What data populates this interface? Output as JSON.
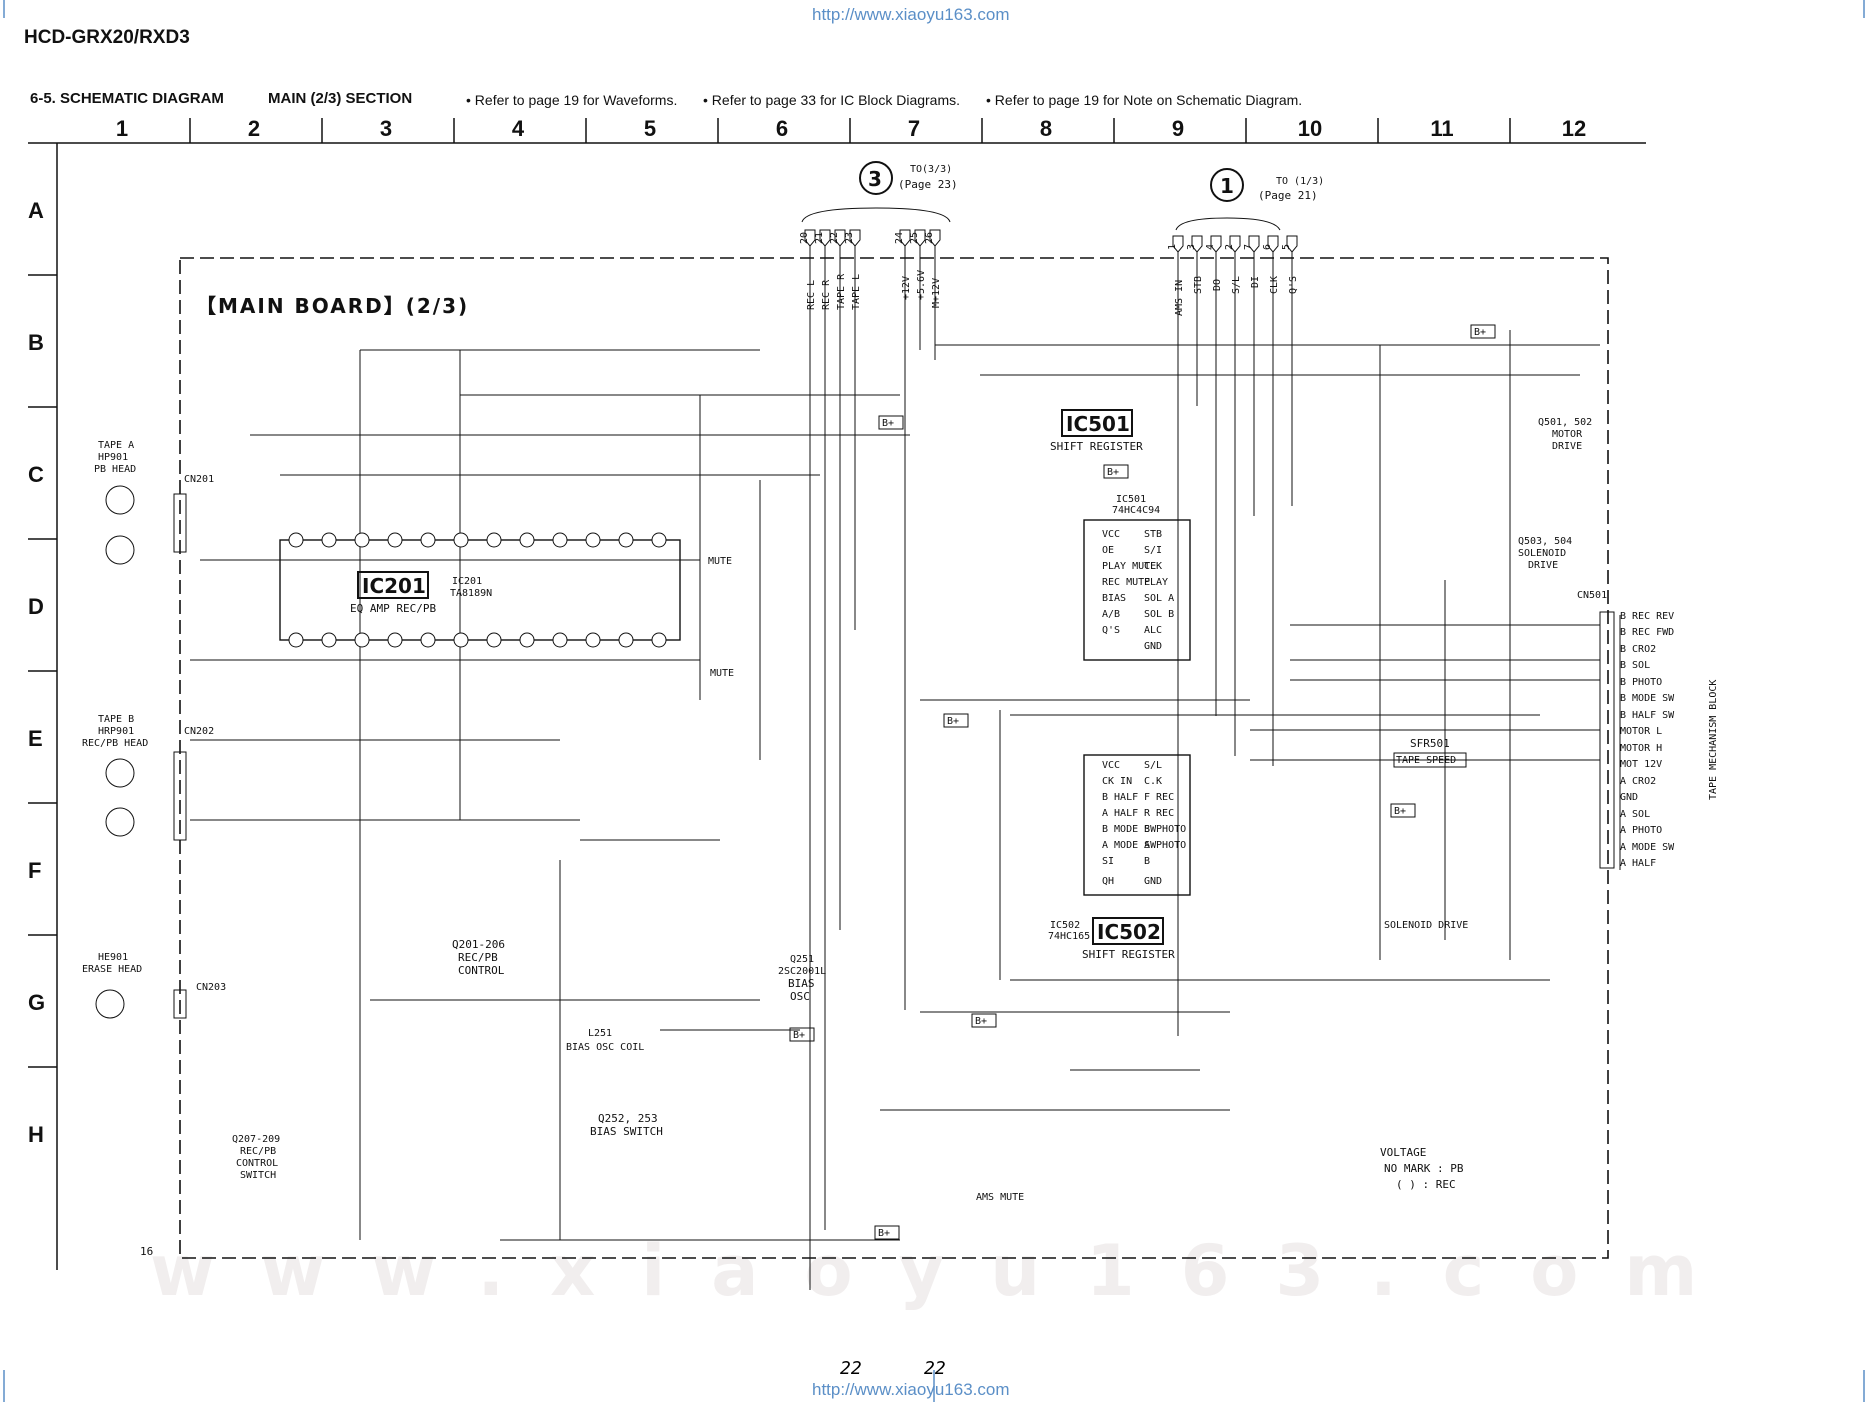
{
  "header": {
    "url": "http://www.xiaoyu163.com",
    "model": "HCD-GRX20/RXD3",
    "section_title": "6-5. SCHEMATIC DIAGRAM",
    "section_sub": "MAIN (2/3) SECTION",
    "notes": [
      "• Refer to page 19 for Waveforms.",
      "• Refer to page 33 for IC Block Diagrams.",
      "• Refer to page 19 for Note on Schematic Diagram."
    ]
  },
  "grid": {
    "columns": [
      "1",
      "2",
      "3",
      "4",
      "5",
      "6",
      "7",
      "8",
      "9",
      "10",
      "11",
      "12"
    ],
    "rows": [
      "A",
      "B",
      "C",
      "D",
      "E",
      "F",
      "G",
      "H"
    ]
  },
  "board_title": "【MAIN BOARD】(2/3)",
  "connectors": {
    "c3": {
      "num": "3",
      "to": "TO(3/3)",
      "page": "(Page 23)",
      "pins": [
        {
          "n": "20",
          "s": "REC L"
        },
        {
          "n": "21",
          "s": "REC R"
        },
        {
          "n": "22",
          "s": "TAPE R"
        },
        {
          "n": "23",
          "s": "TAPE L"
        },
        {
          "n": "24",
          "s": "+12V"
        },
        {
          "n": "25",
          "s": "+5.6V"
        },
        {
          "n": "26",
          "s": "M+12V"
        }
      ]
    },
    "c1": {
      "num": "1",
      "to": "TO (1/3)",
      "page": "(Page 21)",
      "pins": [
        {
          "n": "1",
          "s": "AMS IN"
        },
        {
          "n": "3",
          "s": "STB"
        },
        {
          "n": "4",
          "s": "DO"
        },
        {
          "n": "2",
          "s": "S/L"
        },
        {
          "n": "7",
          "s": "DI"
        },
        {
          "n": "6",
          "s": "CLK"
        },
        {
          "n": "5",
          "s": "Q'S"
        }
      ]
    }
  },
  "ics": {
    "ic201": {
      "ref": "IC201",
      "part": "IC201",
      "part2": "TA8189N",
      "desc": "EQ AMP REC/PB"
    },
    "ic501": {
      "ref": "IC501",
      "part": "IC501",
      "part2": "74HC4C94",
      "desc": "SHIFT REGISTER",
      "left_pins": [
        "VCC",
        "OE",
        "PLAY MUTE",
        "REC MUTE",
        "BIAS",
        "A/B",
        "Q'S"
      ],
      "right_pins": [
        "STB",
        "S/I",
        "CLK",
        "PLAY",
        "SOL A",
        "SOL B",
        "ALC",
        "GND"
      ]
    },
    "ic502": {
      "ref": "IC502",
      "part": "IC502",
      "part2": "74HC165",
      "desc": "SHIFT REGISTER",
      "left_pins": [
        "VCC",
        "CK IN",
        "B HALF",
        "A HALF",
        "B MODE SW",
        "A MODE SW",
        "SI",
        "QH"
      ],
      "right_pins": [
        "S/L",
        "C.K",
        "F REC",
        "R REC",
        "B PHOTO",
        "A PHOTO",
        "B",
        "GND"
      ]
    }
  },
  "heads": {
    "tape_a": [
      "TAPE A",
      "HP901",
      "PB HEAD"
    ],
    "tape_b": [
      "TAPE B",
      "HRP901",
      "REC/PB HEAD"
    ],
    "erase": [
      "HE901",
      "ERASE HEAD"
    ]
  },
  "cn": [
    "CN201",
    "CN202",
    "CN203",
    "CN501"
  ],
  "blocks": {
    "q201_206": [
      "Q201-206",
      "REC/PB",
      "CONTROL"
    ],
    "q207_209": [
      "Q207-209",
      "REC/PB",
      "CONTROL",
      "SWITCH"
    ],
    "q252_253": [
      "Q252, 253",
      "BIAS SWITCH"
    ],
    "q251": [
      "Q251",
      "2SC2001L",
      "BIAS",
      "OSC"
    ],
    "l251": [
      "L251",
      "BIAS OSC COIL"
    ],
    "motor": [
      "Q501, 502",
      "MOTOR",
      "DRIVE"
    ],
    "solenoid": [
      "Q503, 504",
      "SOLENOID",
      "DRIVE"
    ],
    "sol_drive": "SOLENOID DRIVE",
    "ams_mute": "AMS MUTE",
    "mute": "MUTE",
    "sfr501": "SFR501",
    "tape_speed": "TAPE SPEED",
    "tape_mech": "TAPE MECHANISM BLOCK"
  },
  "cn501_pins": [
    "B REC REV",
    "B REC FWD",
    "B CRO2",
    "B SOL",
    "B PHOTO",
    "B MODE SW",
    "B HALF SW",
    "MOTOR L",
    "MOTOR H",
    "MOT 12V",
    "A CRO2",
    "GND",
    "A SOL",
    "A PHOTO",
    "A MODE SW",
    "A HALF"
  ],
  "voltage_note": [
    "VOLTAGE",
    "NO MARK : PB",
    "(     ) : REC"
  ],
  "bplus": "B+",
  "page_index": "16",
  "page_numbers": [
    "22",
    "22"
  ],
  "watermark": "www.xiaoyu163.com",
  "colors": {
    "url": "#5b8fc7",
    "ink": "#111111",
    "watermark": "#f1eeee"
  }
}
